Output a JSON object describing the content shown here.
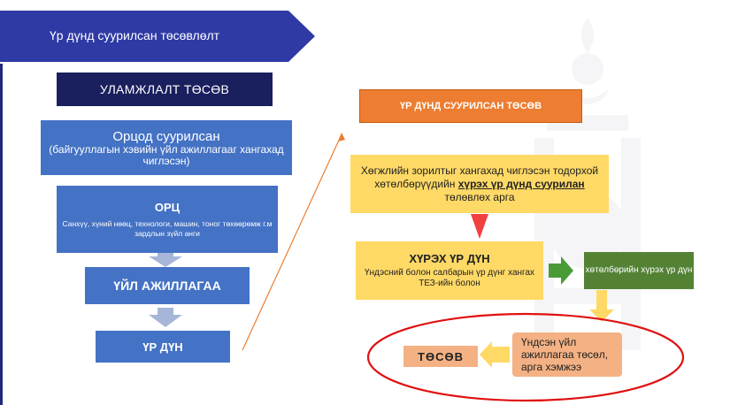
{
  "title": "Үр дүнд суурилсан төсөвлөлт",
  "traditional": {
    "header": "УЛАМЖЛАЛТ ТӨСӨВ",
    "input_box": {
      "title": "Орцод суурилсан",
      "subtitle": "(байгууллагын хэвийн үйл ажиллагааг хангахад чиглэсэн)"
    },
    "orts_box": {
      "title": "ОРЦ",
      "text": "Санхүү, хүний нөөц, технологи, машин, тоног төхөөрөмж г.м зардлын зүйл анги"
    },
    "activity": "ҮЙЛ АЖИЛЛАГАА",
    "result": "ҮР ДҮН"
  },
  "results_based": {
    "header": "ҮР ДҮНД СУУРИЛСАН ТӨСӨВ",
    "goal_box": {
      "text_before": "Хөгжлийн зорилтыг хангахад чиглэсэн тодорхой хөтөлбөрүүдийн ",
      "text_emphasis": "хүрэх үр дүнд суурилан ",
      "text_after": "төлөвлөх арга"
    },
    "outcome_box": {
      "title": "ХҮРЭХ ҮР ДҮН",
      "text": "Үндэсний болон салбарын үр дүнг хангах ТЕЗ-ийн болон"
    },
    "program_box": "хөтөлбөрийн хүрэх үр дүн",
    "basic_box": "Үндсэн үйл ажиллагаа төсөл, арга хэмжээ",
    "budget": "ТӨСӨВ"
  },
  "colors": {
    "navy": "#1a1f5e",
    "banner": "#2f3aa5",
    "blue_box": "#4472c4",
    "gray_arrow": "#a6b6d9",
    "orange": "#ed7d31",
    "yellow": "#ffd966",
    "red_arrow": "#f04040",
    "green": "#548235",
    "green_arrow": "#4a9a38",
    "peach": "#f4b183",
    "highlight_ellipse": "#e01010"
  }
}
